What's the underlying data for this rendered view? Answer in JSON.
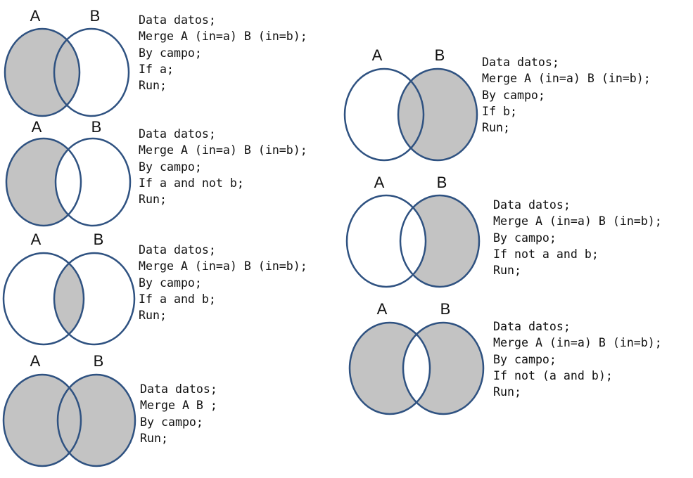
{
  "colors": {
    "fill": "#c3c3c3",
    "stroke": "#2f5281",
    "background": "#ffffff"
  },
  "diagrams": [
    {
      "id": "d1",
      "label_a": "A",
      "label_b": "B",
      "shade": "a",
      "code": [
        "Data datos;",
        "Merge A (in=a) B (in=b);",
        "By campo;",
        "If a;",
        "Run;"
      ]
    },
    {
      "id": "d2",
      "label_a": "A",
      "label_b": "B",
      "shade": "a-only",
      "code": [
        "Data datos;",
        "Merge A (in=a) B (in=b);",
        "By campo;",
        "If a and not b;",
        "Run;"
      ]
    },
    {
      "id": "d3",
      "label_a": "A",
      "label_b": "B",
      "shade": "intersection",
      "code": [
        "Data datos;",
        "Merge A (in=a) B (in=b);",
        "By campo;",
        "If a and b;",
        "Run;"
      ]
    },
    {
      "id": "d4",
      "label_a": "A",
      "label_b": "B",
      "shade": "union",
      "code": [
        "Data datos;",
        "Merge A B ;",
        "By campo;",
        "Run;"
      ]
    },
    {
      "id": "d5",
      "label_a": "A",
      "label_b": "B",
      "shade": "b",
      "code": [
        "Data datos;",
        "Merge A (in=a) B (in=b);",
        "By campo;",
        "If b;",
        "Run;"
      ]
    },
    {
      "id": "d6",
      "label_a": "A",
      "label_b": "B",
      "shade": "b-only",
      "code": [
        "Data datos;",
        "Merge A (in=a) B (in=b);",
        "By campo;",
        "If not a and b;",
        "Run;"
      ]
    },
    {
      "id": "d7",
      "label_a": "A",
      "label_b": "B",
      "shade": "symmetric-difference",
      "code": [
        "Data datos;",
        "Merge A (in=a) B (in=b);",
        "By campo;",
        "If not (a and b);",
        "Run;"
      ]
    }
  ]
}
